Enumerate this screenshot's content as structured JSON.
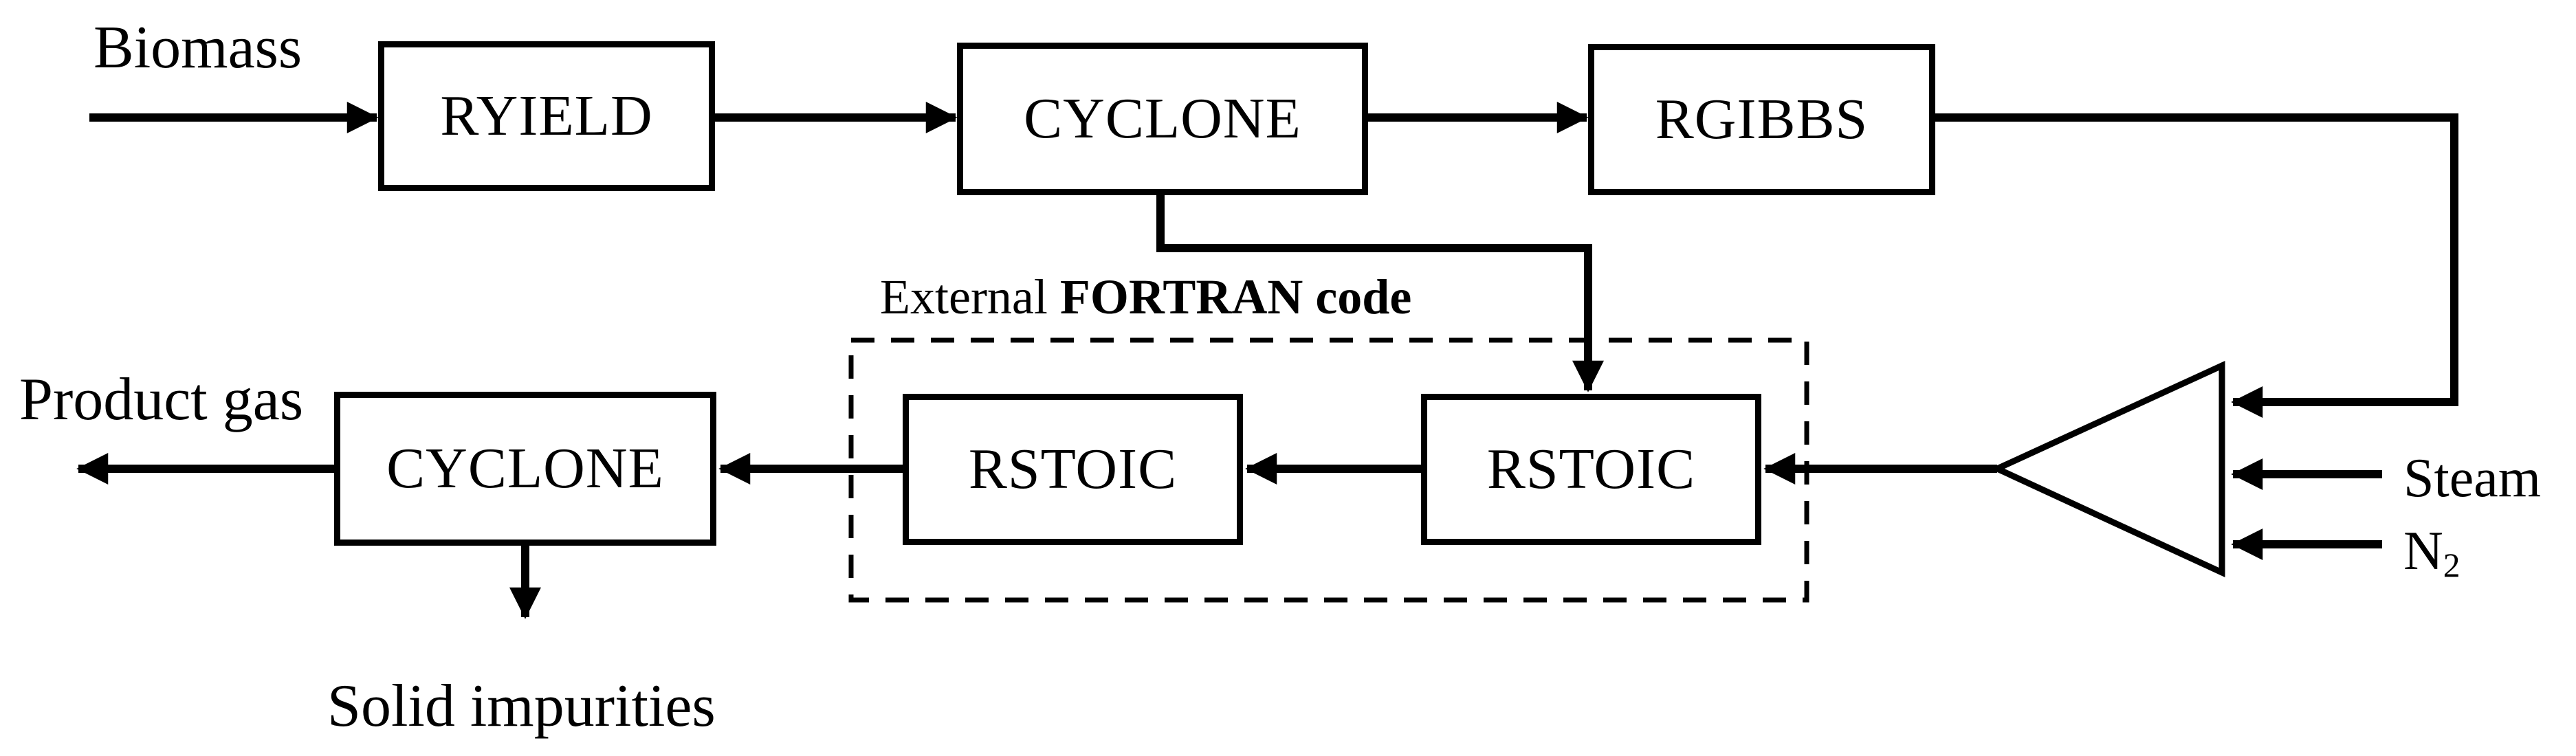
{
  "colors": {
    "ink": "#000000",
    "background": "#ffffff"
  },
  "blocks": [
    {
      "label": "RYIELD"
    },
    {
      "label": "CYCLONE"
    },
    {
      "label": "RGIBBS"
    },
    {
      "label": "RSTOIC"
    },
    {
      "label": "RSTOIC"
    },
    {
      "label": "CYCLONE"
    }
  ],
  "streams": {
    "biomass": "Biomass",
    "product_gas": "Product gas",
    "solid_impurities": "Solid impurities",
    "steam": "Steam",
    "n2": {
      "base": "N",
      "subscript": "2"
    }
  },
  "annotation": {
    "prefix": "External ",
    "bold": "FORTRAN code"
  }
}
